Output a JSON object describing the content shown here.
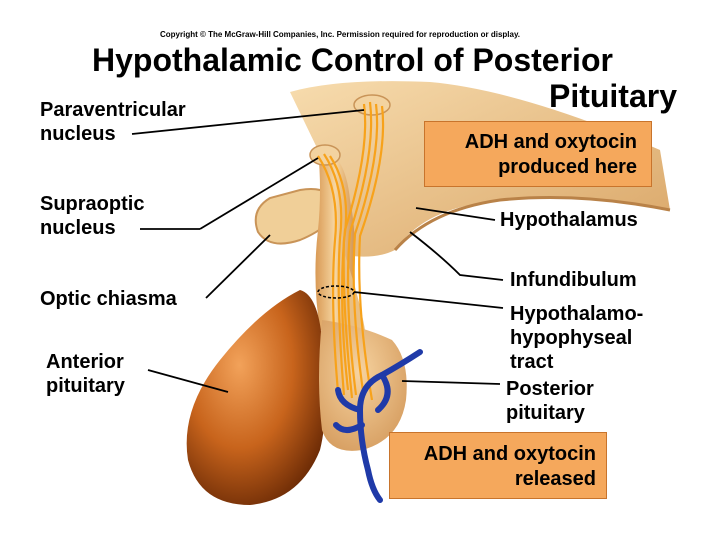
{
  "copyright": "Copyright © The McGraw-Hill Companies, Inc. Permission required for reproduction or display.",
  "title_line1": "Hypothalamic Control of Posterior",
  "title_line2": "Pituitary",
  "labels": {
    "paraventricular_1": "Paraventricular",
    "paraventricular_2": "nucleus",
    "supraoptic_1": "Supraoptic",
    "supraoptic_2": "nucleus",
    "optic_chiasma": "Optic chiasma",
    "anterior_1": "Anterior",
    "anterior_2": "pituitary",
    "hypothalamus": "Hypothalamus",
    "infundibulum": "Infundibulum",
    "tract_1": "Hypothalamo-",
    "tract_2": "hypophyseal",
    "tract_3": "tract",
    "posterior_1": "Posterior",
    "posterior_2": "pituitary"
  },
  "callouts": {
    "produced_1": "ADH and oxytocin",
    "produced_2": "produced here",
    "released_1": "ADH and oxytocin",
    "released_2": "released"
  },
  "colors": {
    "callout_fill": "#f5a85c",
    "neuron": "#f7a21b",
    "vessel": "#1f3aa8",
    "anterior_pituitary": "#c8641c",
    "tissue": "#e8bd82"
  }
}
